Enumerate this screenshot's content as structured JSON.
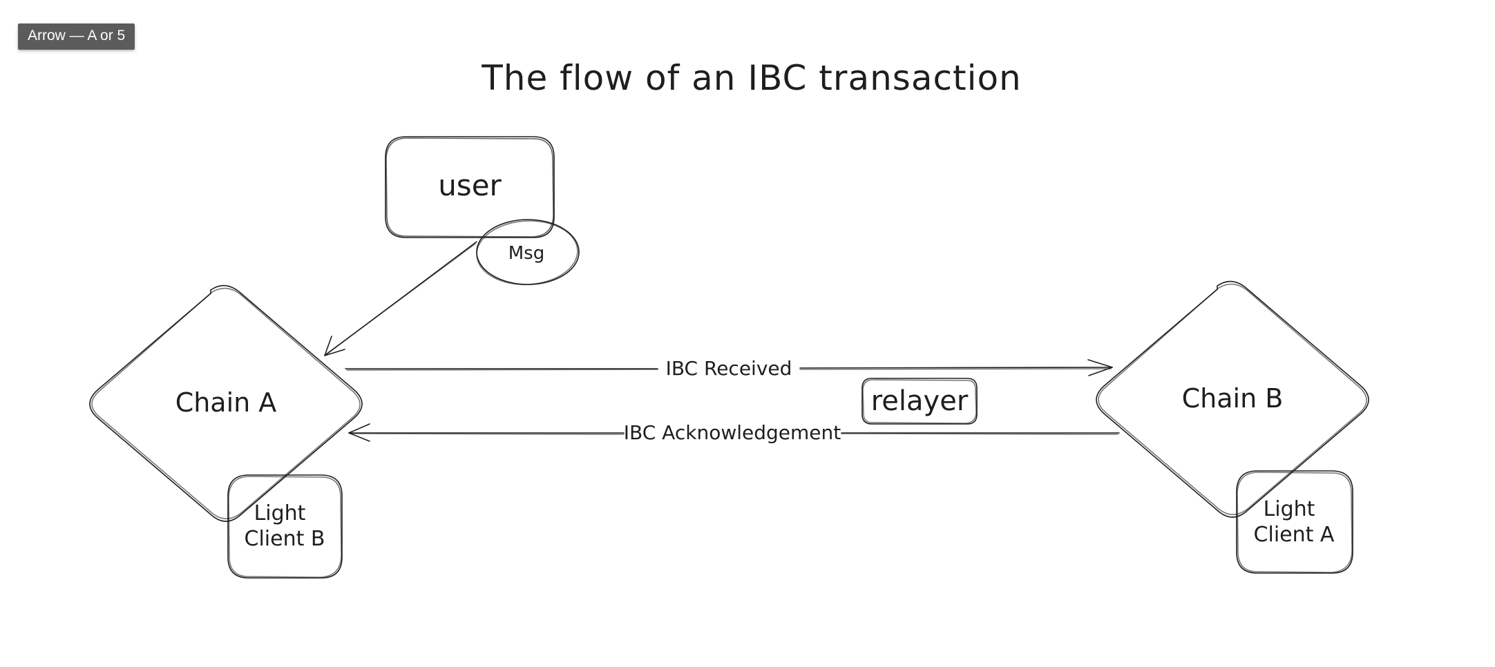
{
  "tooltip": {
    "text": "Arrow — A or 5"
  },
  "diagram": {
    "title": "The flow of an IBC transaction",
    "nodes": {
      "user": "user",
      "msg": "Msg",
      "chain_a": "Chain A",
      "chain_b": "Chain B",
      "light_client_b_line1": "Light",
      "light_client_b_line2": "Client B",
      "light_client_a_line1": "Light",
      "light_client_a_line2": "Client A",
      "relayer": "relayer"
    },
    "edges": {
      "received": "IBC Received",
      "acknowledgement": "IBC Acknowledgement"
    }
  }
}
